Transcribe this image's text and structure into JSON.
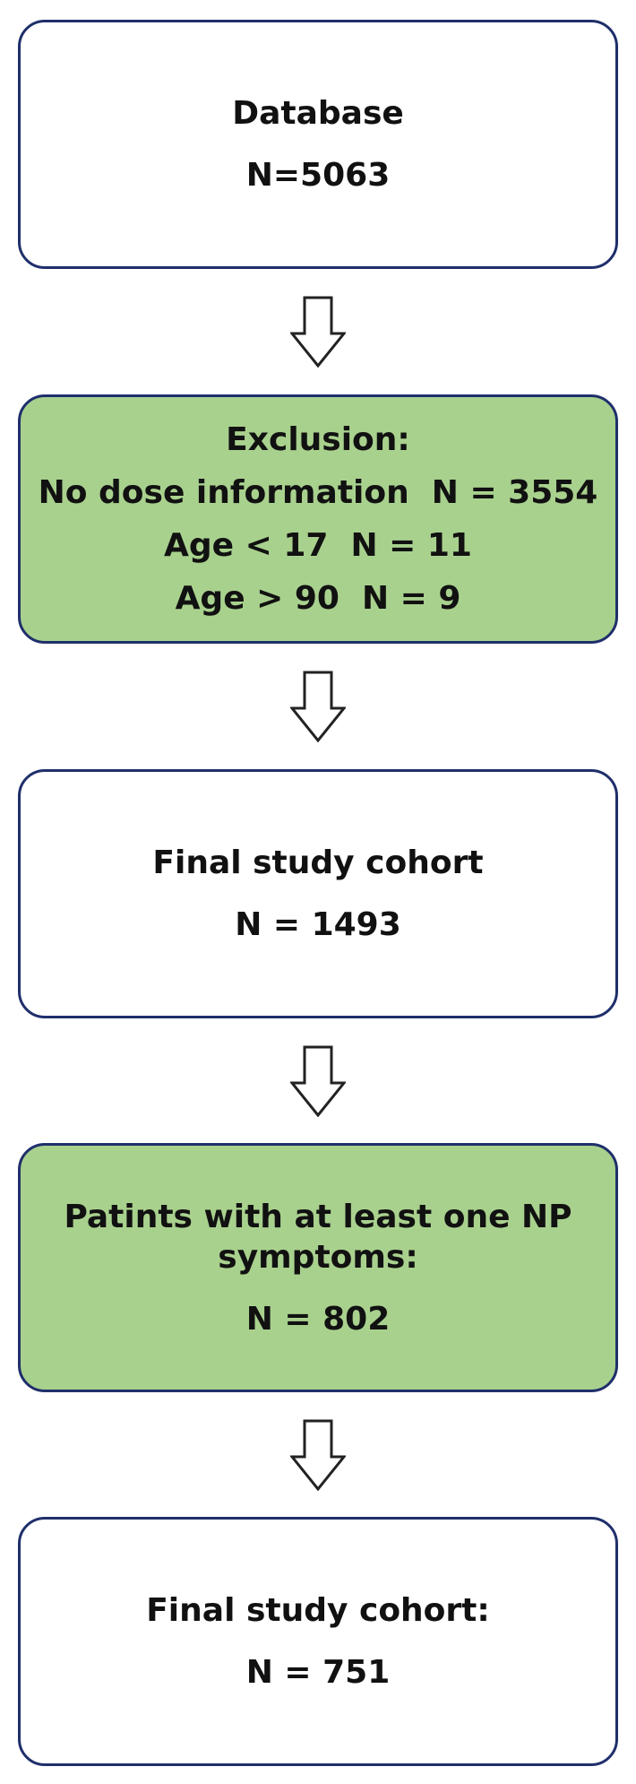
{
  "boxes": [
    {
      "lines": [
        "Database",
        "N=5063"
      ]
    },
    {
      "lines": [
        "Exclusion:",
        "No dose information  N = 3554",
        "Age < 17  N = 11",
        "Age > 90  N = 9"
      ]
    },
    {
      "lines": [
        "Final study cohort",
        "N = 1493"
      ]
    },
    {
      "lines": [
        "Patints with at least one NP",
        "symptoms:",
        "N = 802"
      ]
    },
    {
      "lines": [
        "Final study cohort:",
        "N = 751"
      ]
    }
  ],
  "colors": {
    "border": "#1f2f6b",
    "green_fill": "#a9d18e",
    "white_fill": "#ffffff",
    "arrow_stroke": "#222222"
  }
}
